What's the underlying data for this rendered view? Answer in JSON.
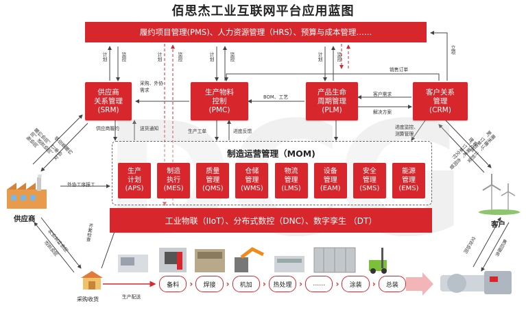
{
  "title": "佰思杰工业互联网平台应用蓝图",
  "top_bar": "履约项目管理(PMS)、人力资源管理（HRS）、预算与成本管理……",
  "watermark": "DCG",
  "systems": {
    "srm": [
      "供应商",
      "关系管理",
      "(SRM)"
    ],
    "pmc": [
      "生产物料",
      "控制",
      "(PMC)"
    ],
    "plm": [
      "产品生命",
      "周期管理",
      "(PLM)"
    ],
    "crm": [
      "客户关系",
      "管理",
      "(CRM)"
    ]
  },
  "mom": {
    "title": "制造运营管理（MOM)",
    "modules": [
      [
        "生产",
        "计划",
        "(APS)"
      ],
      [
        "制造",
        "执行",
        "(MES)"
      ],
      [
        "质量",
        "管理",
        "(QMS)"
      ],
      [
        "仓储",
        "管理",
        "(WMS)"
      ],
      [
        "物流",
        "管理",
        "(LMS)"
      ],
      [
        "设备",
        "管理",
        "(EAM)"
      ],
      [
        "安全",
        "管理",
        "(SMS)"
      ],
      [
        "能源",
        "管理",
        "(EMS)"
      ]
    ]
  },
  "bottom_bar": "工业物联（IIoT）、分布式数控（DNC）、数字孪生 （DT）",
  "nodes": {
    "supplier": "供应商",
    "customer": "客户",
    "purchase": "采购收货"
  },
  "process_steps": [
    "备料",
    "焊接",
    "机加",
    "热处理",
    "……",
    "涂装",
    "总装"
  ],
  "labels": {
    "plan1": "计划",
    "monitor1": "监控",
    "plan2": "计划",
    "monitor2": "监控",
    "plan3": "计划",
    "monitor3": "监控",
    "plan4": "计划",
    "monitor4": "监控",
    "project": "立项",
    "sales_order": "销售订单",
    "purchase_req": "采购、外协需求",
    "bom": "BOM、工艺",
    "cust_req": "客户需求",
    "solution": "解决方案",
    "supply_exec": "供应商履约",
    "ship_notice": "送货通知",
    "work_order": "生产工单",
    "progress_fb": "进度反馈",
    "progress_mon": "进度监控、测算管理",
    "outsource_report": "外协工序报工",
    "supplier_left1": "履约协同、订单协同、送货协同、对账协同",
    "supplier_left2": "供应商履约",
    "supplier_bottom1": "外协发料协同",
    "supplier_bottom2": "送货协同",
    "prod_check": "齐套检查",
    "prod_dispatch": "生产配送",
    "cust_right1": "客户需求、合同管理、订单交付",
    "cust_right2": "需求确认、计划变更、订单签收",
    "cust_right3": "交货协同",
    "cust_right4": "售后服务"
  }
}
